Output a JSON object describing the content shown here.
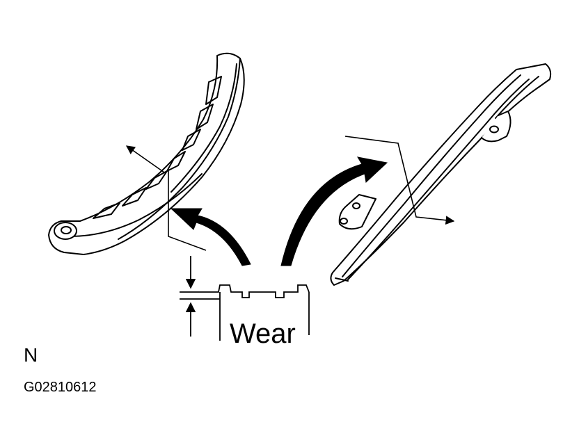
{
  "labels": {
    "wear": "Wear",
    "letter": "N",
    "code": "G02810612"
  },
  "icons": {
    "left_part": "chain-guide",
    "right_part": "chain-damper",
    "arrows": "callout-arrow"
  },
  "colors": {
    "ink": "#000000",
    "paper": "#ffffff"
  }
}
